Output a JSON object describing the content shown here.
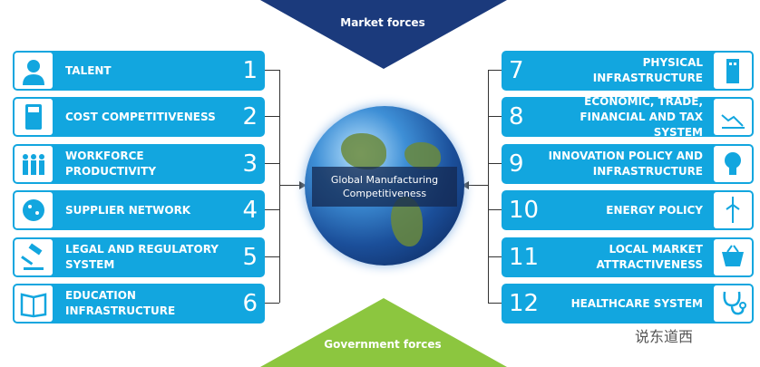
{
  "top_force": "Market forces",
  "bottom_force": "Government forces",
  "center_label": [
    "Global Manufacturing",
    "Competitiveness"
  ],
  "left_items": [
    {
      "num": "1",
      "label": "TALENT",
      "icon": "person-icon"
    },
    {
      "num": "2",
      "label": "COST COMPETITIVENESS",
      "icon": "calculator-icon"
    },
    {
      "num": "3",
      "label": "WORKFORCE PRODUCTIVITY",
      "icon": "people-group-icon"
    },
    {
      "num": "4",
      "label": "SUPPLIER NETWORK",
      "icon": "network-globe-icon"
    },
    {
      "num": "5",
      "label": "LEGAL AND REGULATORY SYSTEM",
      "icon": "gavel-icon"
    },
    {
      "num": "6",
      "label": "EDUCATION INFRASTRUCTURE",
      "icon": "book-icon"
    }
  ],
  "right_items": [
    {
      "num": "7",
      "label": "PHYSICAL INFRASTRUCTURE",
      "icon": "building-icon"
    },
    {
      "num": "8",
      "label": "ECONOMIC, TRADE, FINANCIAL AND TAX SYSTEM",
      "icon": "chart-icon"
    },
    {
      "num": "9",
      "label": "INNOVATION POLICY AND INFRASTRUCTURE",
      "icon": "lightbulb-icon"
    },
    {
      "num": "10",
      "label": "ENERGY POLICY",
      "icon": "wind-turbine-icon"
    },
    {
      "num": "11",
      "label": "LOCAL MARKET ATTRACTIVENESS",
      "icon": "shopping-basket-icon"
    },
    {
      "num": "12",
      "label": "HEALTHCARE SYSTEM",
      "icon": "stethoscope-icon"
    }
  ],
  "watermark": "说东道西",
  "colors": {
    "box": "#12a6df",
    "market": "#1b3a7c",
    "government": "#8cc63f"
  }
}
